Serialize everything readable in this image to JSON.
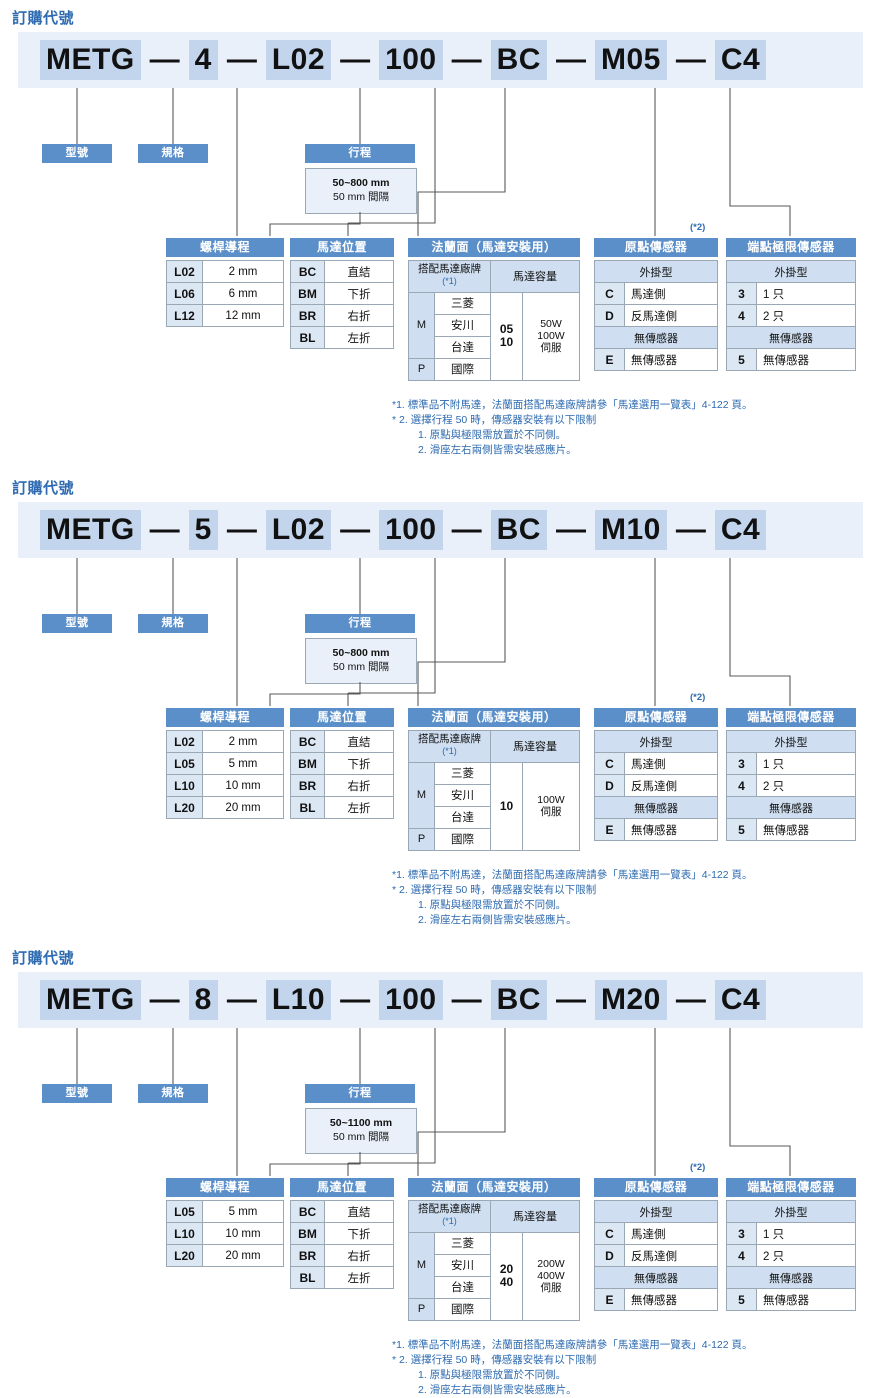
{
  "colors": {
    "accent": "#5b8fc9",
    "banner_bg": "#e9f0f9",
    "seg_bg": "#c3d5ec",
    "title_text": "#2e6bb0",
    "cell_code_bg": "#dce7f4"
  },
  "common": {
    "section_title": "訂購代號",
    "label_model": "型號",
    "label_spec": "規格",
    "label_stroke": "行程",
    "stroke_interval": "50 mm 間隔",
    "head_lead": "螺桿導程",
    "head_motor_pos": "馬達位置",
    "head_flange": "法蘭面（馬達安裝用）",
    "head_origin_sensor": "原點傳感器",
    "head_limit_sensor": "端點極限傳感器",
    "flange_brand_header": "搭配馬達廠牌",
    "flange_brand_note": "(*1)",
    "flange_capacity_header": "馬達容量",
    "brand_m": "M",
    "brand_p": "P",
    "brand_mitsubishi": "三菱",
    "brand_yaskawa": "安川",
    "brand_delta": "台達",
    "brand_panasonic": "國際",
    "sensor_external": "外掛型",
    "sensor_none": "無傳感器",
    "origin_rows": [
      {
        "code": "C",
        "label": "馬達側"
      },
      {
        "code": "D",
        "label": "反馬達側"
      }
    ],
    "origin_none_row": {
      "code": "E",
      "label": "無傳感器"
    },
    "limit_rows": [
      {
        "code": "3",
        "label": "1 只"
      },
      {
        "code": "4",
        "label": "2 只"
      }
    ],
    "limit_none_row": {
      "code": "5",
      "label": "無傳感器"
    },
    "star2_mark": "(*2)",
    "motor_pos_rows": [
      {
        "code": "BC",
        "label": "直結"
      },
      {
        "code": "BM",
        "label": "下折"
      },
      {
        "code": "BR",
        "label": "右折"
      },
      {
        "code": "BL",
        "label": "左折"
      }
    ],
    "notes": {
      "n1": "*1. 標準品不附馬達，法蘭面搭配馬達廠牌請參「馬達選用一覽表」4-122 頁。",
      "n2": "* 2. 選擇行程 50 時，傳感器安裝有以下限制",
      "n2a": "1. 原點與極限需放置於不同側。",
      "n2b": "2. 滑座左右兩側皆需安裝感應片。"
    }
  },
  "blocks": [
    {
      "code_segments": [
        "METG",
        "4",
        "L02",
        "100",
        "BC",
        "M05",
        "C4"
      ],
      "stroke_range": "50~800 mm",
      "lead_rows": [
        {
          "code": "L02",
          "label": "2 mm"
        },
        {
          "code": "L06",
          "label": "6 mm"
        },
        {
          "code": "L12",
          "label": "12 mm"
        }
      ],
      "capacity_codes": "05\n10",
      "capacity_label": "50W\n100W\n伺服"
    },
    {
      "code_segments": [
        "METG",
        "5",
        "L02",
        "100",
        "BC",
        "M10",
        "C4"
      ],
      "stroke_range": "50~800 mm",
      "lead_rows": [
        {
          "code": "L02",
          "label": "2 mm"
        },
        {
          "code": "L05",
          "label": "5 mm"
        },
        {
          "code": "L10",
          "label": "10 mm"
        },
        {
          "code": "L20",
          "label": "20 mm"
        }
      ],
      "capacity_codes": "10",
      "capacity_label": "100W\n伺服"
    },
    {
      "code_segments": [
        "METG",
        "8",
        "L10",
        "100",
        "BC",
        "M20",
        "C4"
      ],
      "stroke_range": "50~1100 mm",
      "lead_rows": [
        {
          "code": "L05",
          "label": "5 mm"
        },
        {
          "code": "L10",
          "label": "10 mm"
        },
        {
          "code": "L20",
          "label": "20 mm"
        }
      ],
      "capacity_codes": "20\n40",
      "capacity_label": "200W\n400W\n伺服"
    }
  ]
}
